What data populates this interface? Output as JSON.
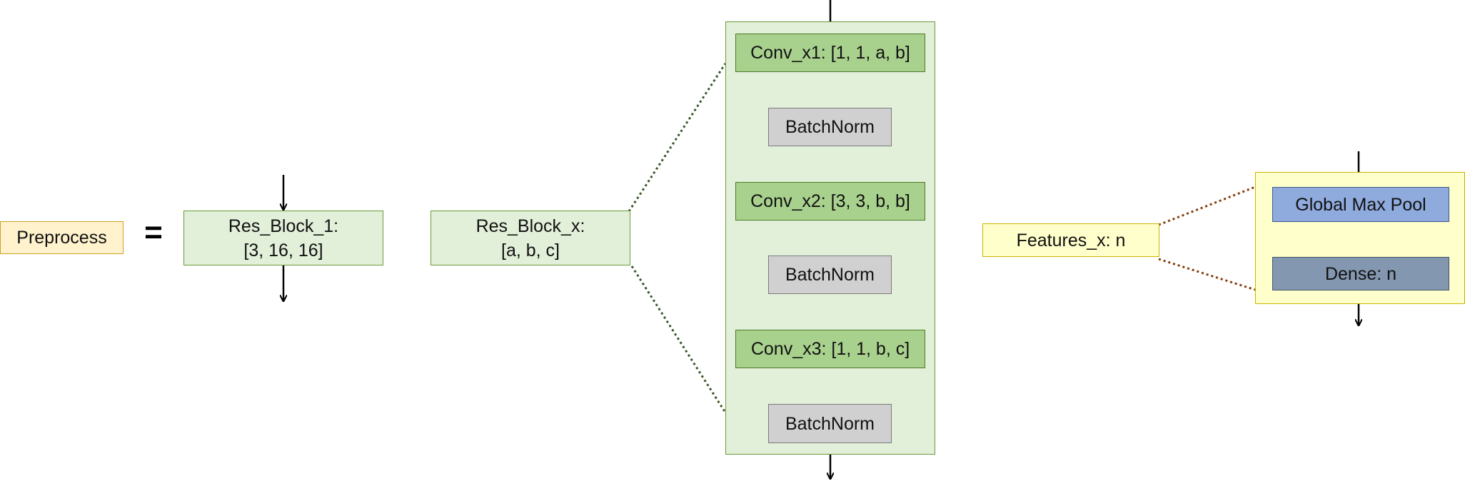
{
  "preprocess": {
    "label": "Preprocess",
    "equals": "="
  },
  "res_block_1": {
    "line1": "Res_Block_1:",
    "line2": "[3, 16, 16]"
  },
  "res_block_x": {
    "line1": "Res_Block_x:",
    "line2": "[a, b, c]"
  },
  "res_block_detail": {
    "conv_x1": "Conv_x1: [1, 1, a, b]",
    "batchnorm_1": "BatchNorm",
    "conv_x2": "Conv_x2: [3, 3, b, b]",
    "batchnorm_2": "BatchNorm",
    "conv_x3": "Conv_x3: [1, 1, b, c]",
    "batchnorm_3": "BatchNorm"
  },
  "features_x": {
    "label": "Features_x: n"
  },
  "features_detail": {
    "global_max_pool": "Global Max Pool",
    "dense": "Dense: n"
  },
  "colors": {
    "preprocess_fill": "#fff2cc",
    "res_block_fill": "#e2efd9",
    "conv_fill": "#a9d18e",
    "batchnorm_fill": "#d0d0d0",
    "features_fill": "#ffffcc",
    "global_max_pool_fill": "#8faadc",
    "dense_fill": "#8497b0",
    "res_connector": "#375623",
    "features_connector": "#843c0c"
  }
}
